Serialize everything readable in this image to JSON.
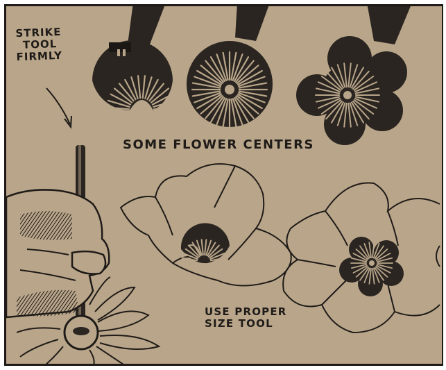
{
  "illustration": {
    "caption_strike": [
      "STRIKE",
      "TOOL",
      "FIRMLY"
    ],
    "caption_centers": "SOME FLOWER CENTERS",
    "caption_proper": [
      "USE PROPER",
      "SIZE TOOL"
    ]
  },
  "colors": {
    "background": "#b9a68a",
    "ink": "#1f1b18",
    "frame": "#1e1a17"
  }
}
